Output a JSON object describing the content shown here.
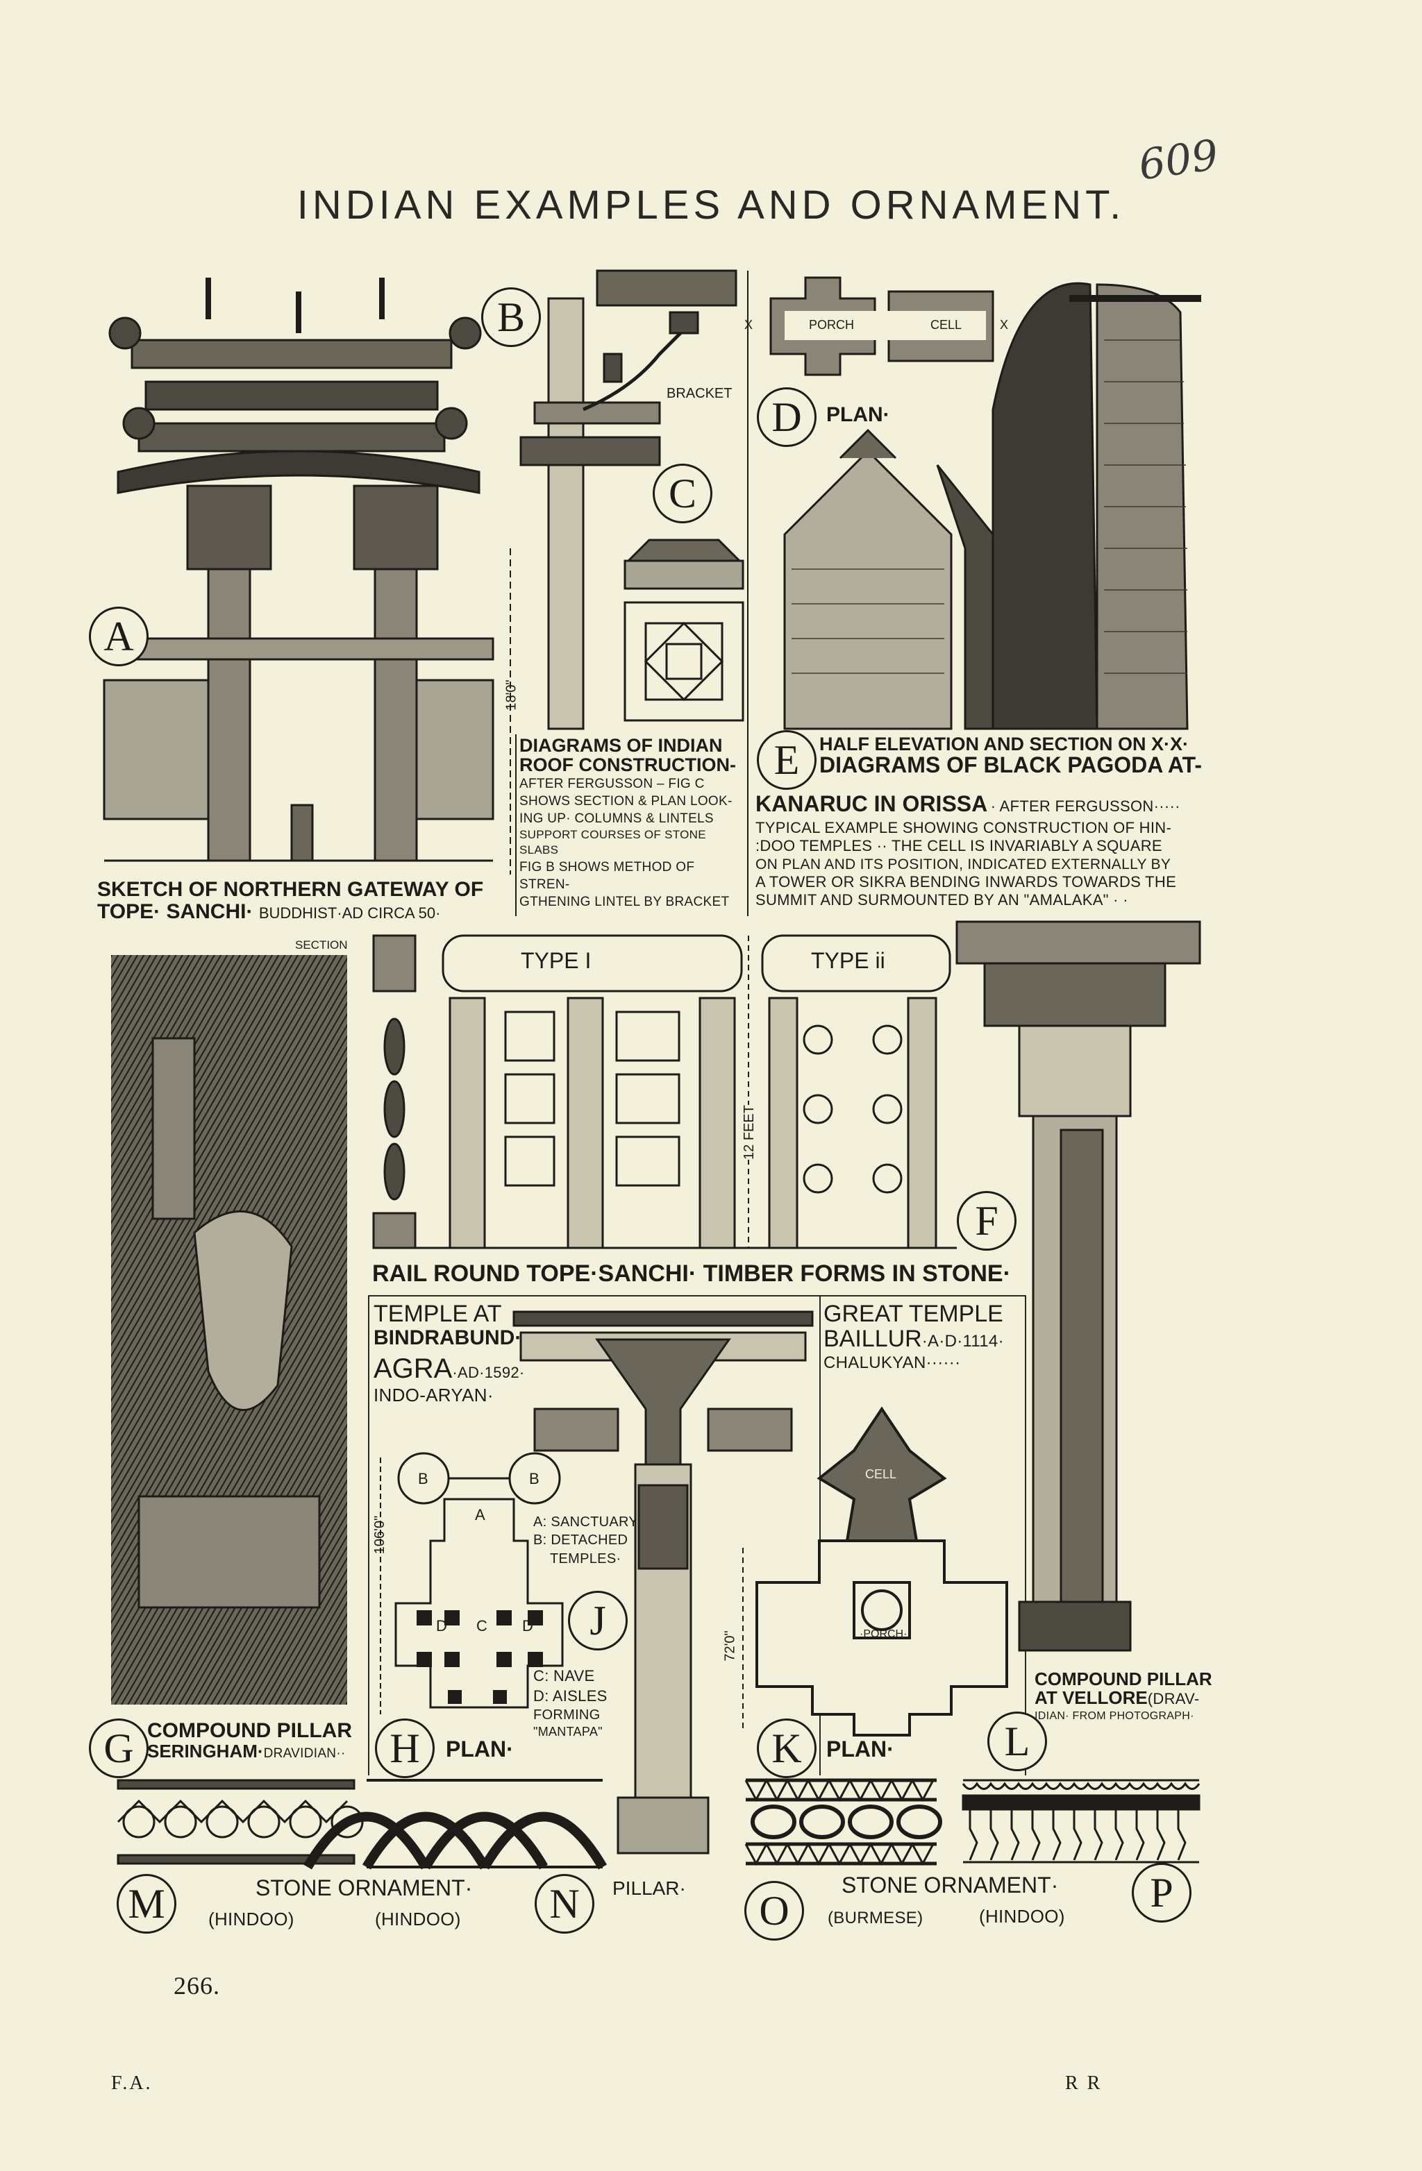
{
  "page": {
    "title": "INDIAN EXAMPLES AND ORNAMENT.",
    "handwritten_number": "609",
    "page_number": "266.",
    "footer_left": "F.A.",
    "footer_right": "R R",
    "paper_color": "#f3f0dc",
    "ink_color": "#1e1c18"
  },
  "figures": {
    "A": {
      "letter": "A",
      "dimension": "18'0\"",
      "caption_main": "SKETCH OF NORTHERN GATEWAY OF",
      "caption_line2": "TOPE· SANCHI·",
      "caption_small": "BUDDHIST·AD CIRCA 50·"
    },
    "B": {
      "letter": "B",
      "bracket_label": "BRACKET"
    },
    "C": {
      "letter": "C"
    },
    "BC_caption": {
      "title": "DIAGRAMS OF INDIAN ROOF CONSTRUCTION-",
      "lines": [
        "AFTER FERGUSSON – FIG C",
        "SHOWS SECTION & PLAN LOOK-",
        "ING UP· COLUMNS & LINTELS",
        "SUPPORT COURSES OF STONE SLABS",
        "FIG B SHOWS METHOD OF STREN-",
        "GTHENING LINTEL BY BRACKET"
      ]
    },
    "D": {
      "letter": "D",
      "plan_label": "PLAN·",
      "porch": "PORCH",
      "cell": "CELL",
      "section_mark_left": "X",
      "section_mark_right": "X"
    },
    "E": {
      "letter": "E",
      "title_line1": "HALF ELEVATION AND SECTION ON X·X·",
      "title_line2": "DIAGRAMS OF BLACK PAGODA AT-",
      "title_line3": "KANARUC IN ORISSA",
      "after": "· AFTER FERGUSSON·····",
      "lines": [
        "TYPICAL EXAMPLE SHOWING CONSTRUCTION OF HIN-",
        ":DOO TEMPLES ·· THE CELL IS INVARIABLY A SQUARE",
        "ON PLAN AND ITS POSITION, INDICATED EXTERNALLY BY",
        "A TOWER OR SIKRA BENDING INWARDS TOWARDS THE",
        "SUMMIT AND SURMOUNTED BY AN \"AMALAKA\" · ·"
      ]
    },
    "F": {
      "letter": "F",
      "section_label": "SECTION",
      "type1": "TYPE i",
      "type2": "TYPE ii",
      "dimension": "12 FEET",
      "caption": "RAIL ROUND TOPE·SANCHI· TIMBER FORMS IN STONE·"
    },
    "G": {
      "letter": "G",
      "caption_line1": "COMPOUND PILLAR",
      "caption_line2": "SERINGHAM·",
      "caption_small": "DRAVIDIAN··"
    },
    "H": {
      "letter": "H",
      "title_line1": "TEMPLE AT",
      "title_line2": "BINDRABUND·",
      "title_line3": "AGRA",
      "date": "·AD·1592·",
      "style": "INDO-ARYAN·",
      "plan_label": "PLAN·",
      "dimension": "106'0\"",
      "plan_letters": [
        "B",
        "B",
        "A",
        "C",
        "D",
        "D"
      ],
      "legend": [
        "A: SANCTUARY",
        "B: DETACHED",
        "TEMPLES·",
        "C: NAVE",
        "D: AISLES",
        "FORMING",
        "\"MANTAPA\""
      ]
    },
    "J": {
      "letter": "J"
    },
    "K": {
      "letter": "K",
      "title_line1": "GREAT TEMPLE",
      "title_line2": "BAILLUR",
      "date": "·A·D·1114·",
      "style": "CHALUKYAN······",
      "cell": "CELL",
      "porch": "·PORCH·",
      "dimension": "72'0\"",
      "plan_label": "PLAN·"
    },
    "L": {
      "letter": "L",
      "caption_line1": "COMPOUND PILLAR",
      "caption_line2": "AT VELLORE",
      "caption_small": "(DRAV-",
      "caption_line3": "IDIAN· FROM PHOTOGRAPH·"
    }
  },
  "ornaments": {
    "M": {
      "letter": "M",
      "style": "(HINDOO)"
    },
    "N": {
      "letter": "N",
      "style": "(HINDOO)"
    },
    "left_label": "STONE ORNAMENT·",
    "pillar_label": "PILLAR·",
    "O": {
      "letter": "O",
      "style": "(BURMESE)"
    },
    "P": {
      "letter": "P",
      "style": "(HINDOO)"
    },
    "right_label": "STONE ORNAMENT·"
  }
}
